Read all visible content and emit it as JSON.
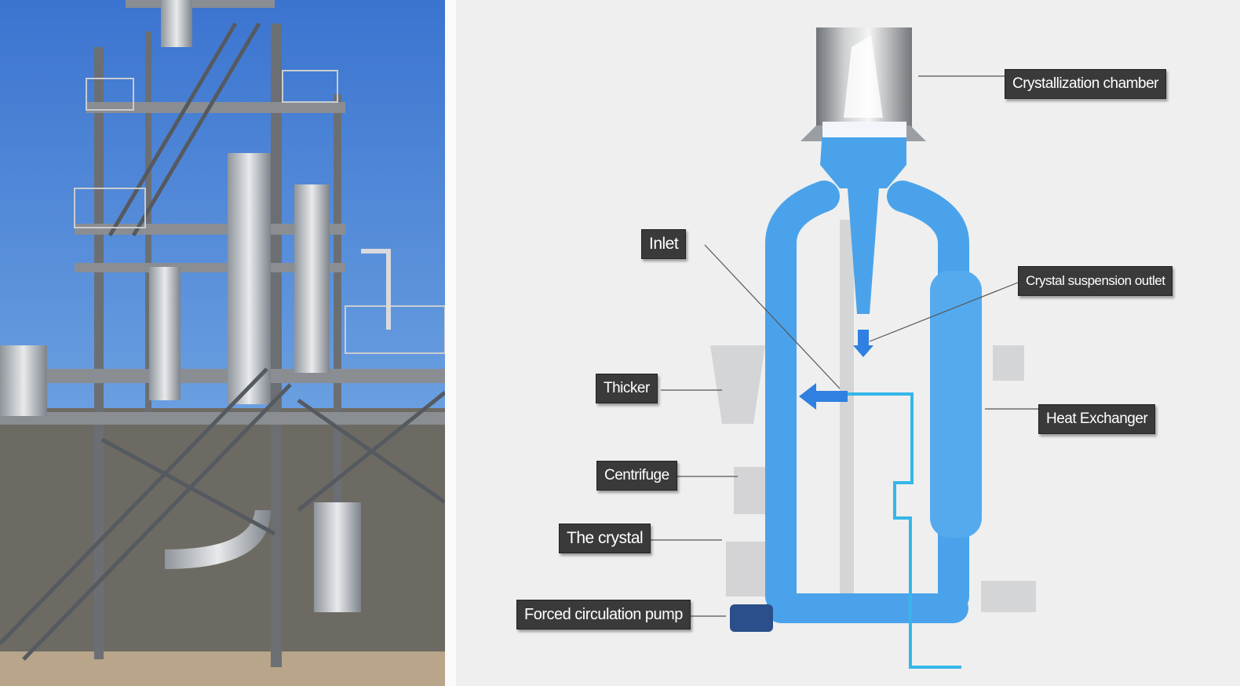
{
  "labels": {
    "crystallization_chamber": "Crystallization chamber",
    "inlet": "Inlet",
    "crystal_suspension_outlet": "Crystal suspension outlet",
    "thicker": "Thicker",
    "heat_exchanger": "Heat Exchanger",
    "centrifuge": "Centrifuge",
    "the_crystal": "The crystal",
    "forced_circulation_pump": "Forced circulation pump"
  },
  "colors": {
    "sky": "#4a86d8",
    "process_fluid": "#4aa3ea",
    "pipe_line": "#35b7e8",
    "label_bg": "#3a3a3a",
    "background": "#efefef"
  }
}
